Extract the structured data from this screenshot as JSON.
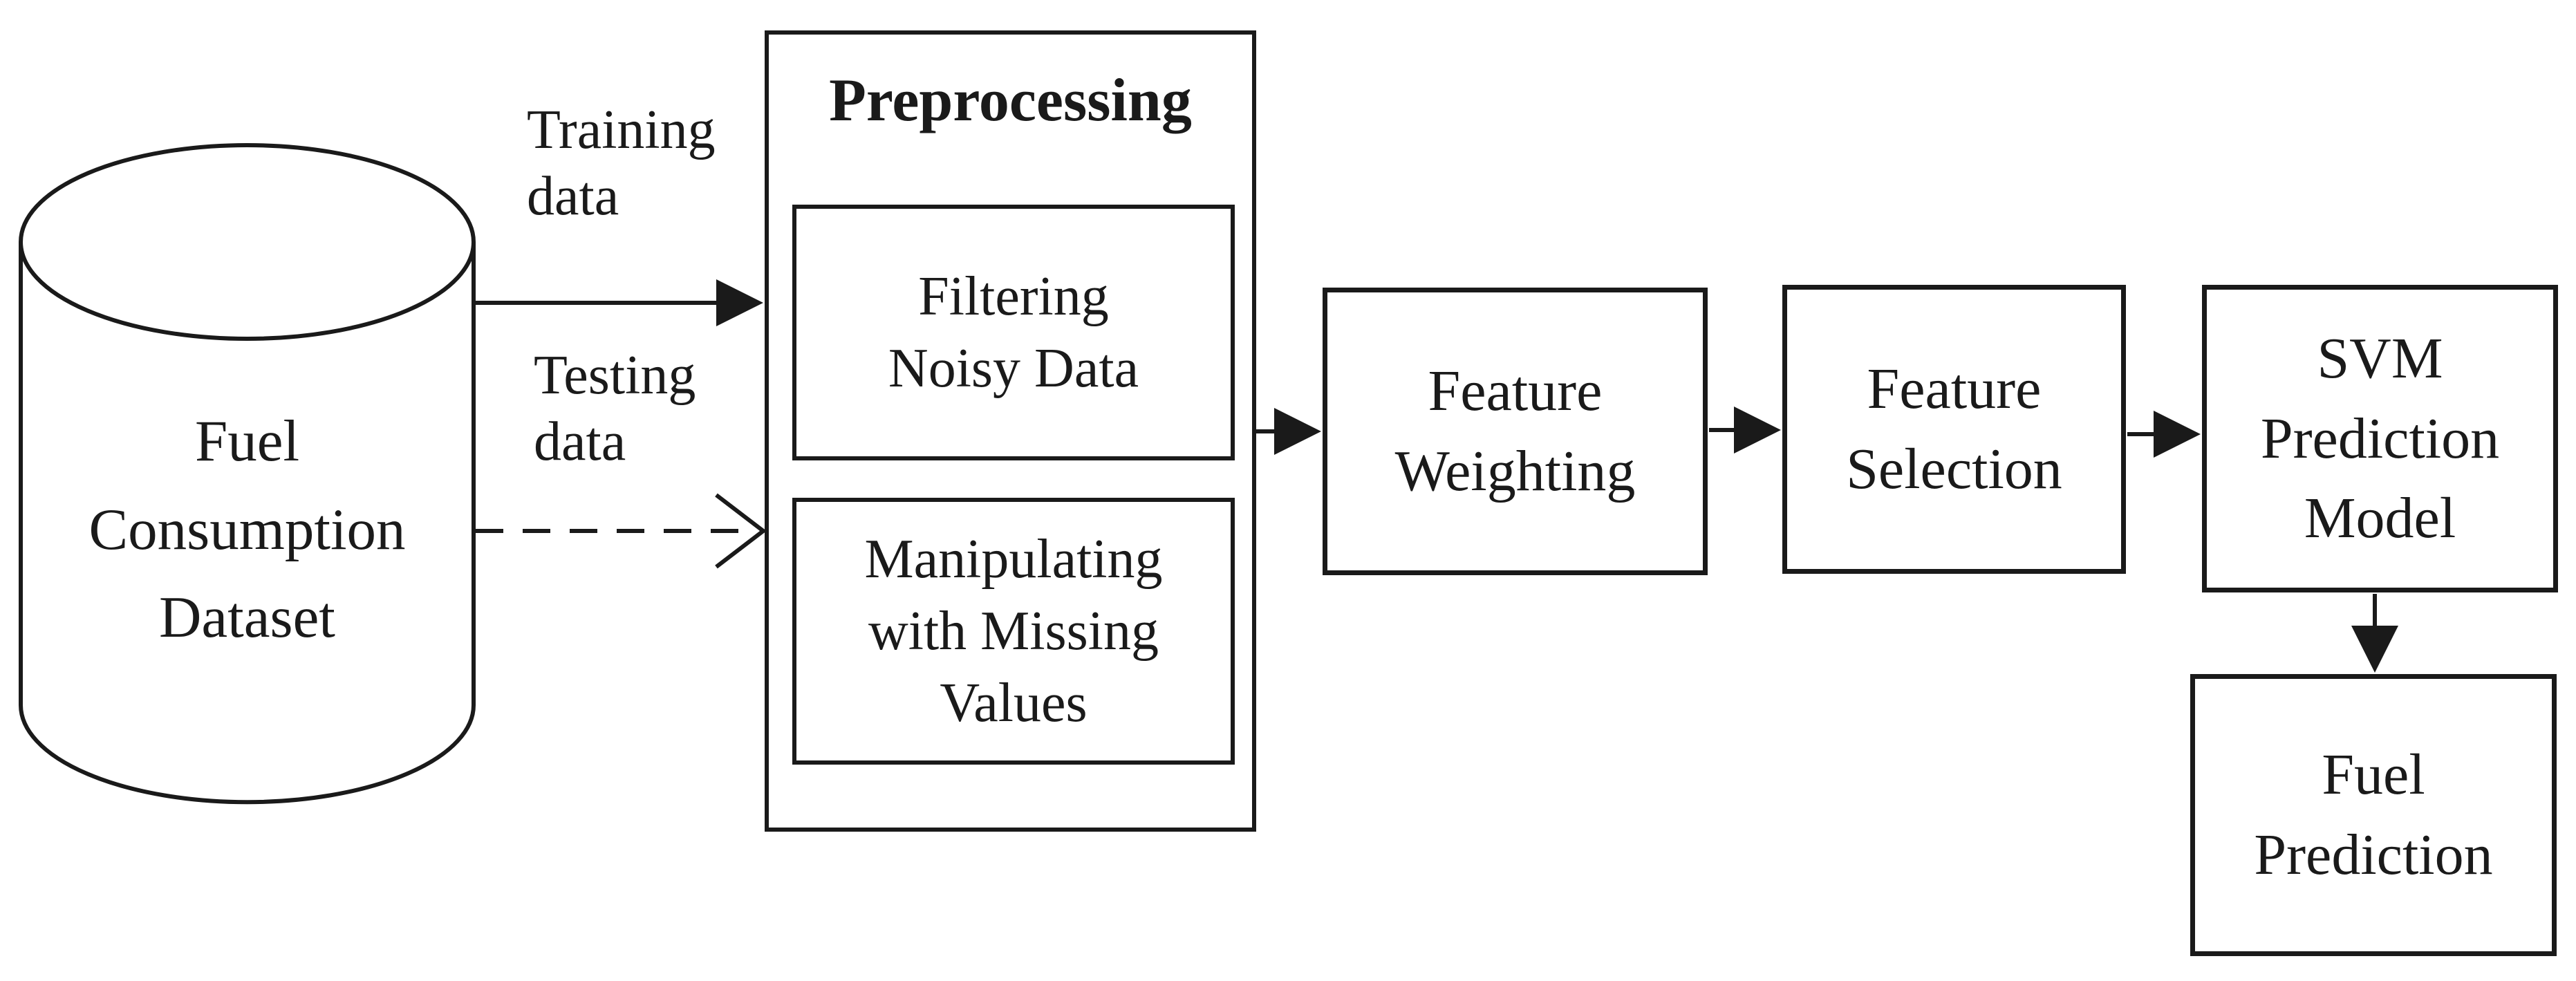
{
  "dataset": {
    "lines": [
      "Fuel",
      "Consumption",
      "Dataset"
    ]
  },
  "training_label": {
    "lines": [
      "Training",
      "data"
    ]
  },
  "testing_label": {
    "lines": [
      "Testing",
      "data"
    ]
  },
  "preprocessing": {
    "title": "Preprocessing",
    "filtering": {
      "lines": [
        "Filtering",
        "Noisy Data"
      ]
    },
    "missing_values": {
      "lines": [
        "Manipulating",
        "with Missing",
        "Values"
      ]
    }
  },
  "feature_weighting": {
    "lines": [
      "Feature",
      "Weighting"
    ]
  },
  "feature_selection": {
    "lines": [
      "Feature",
      "Selection"
    ]
  },
  "svm_model": {
    "lines": [
      "SVM",
      "Prediction",
      "Model"
    ]
  },
  "fuel_prediction": {
    "lines": [
      "Fuel",
      "Prediction"
    ]
  },
  "colors": {
    "ink": "#1a1a1a",
    "background": "#ffffff"
  }
}
